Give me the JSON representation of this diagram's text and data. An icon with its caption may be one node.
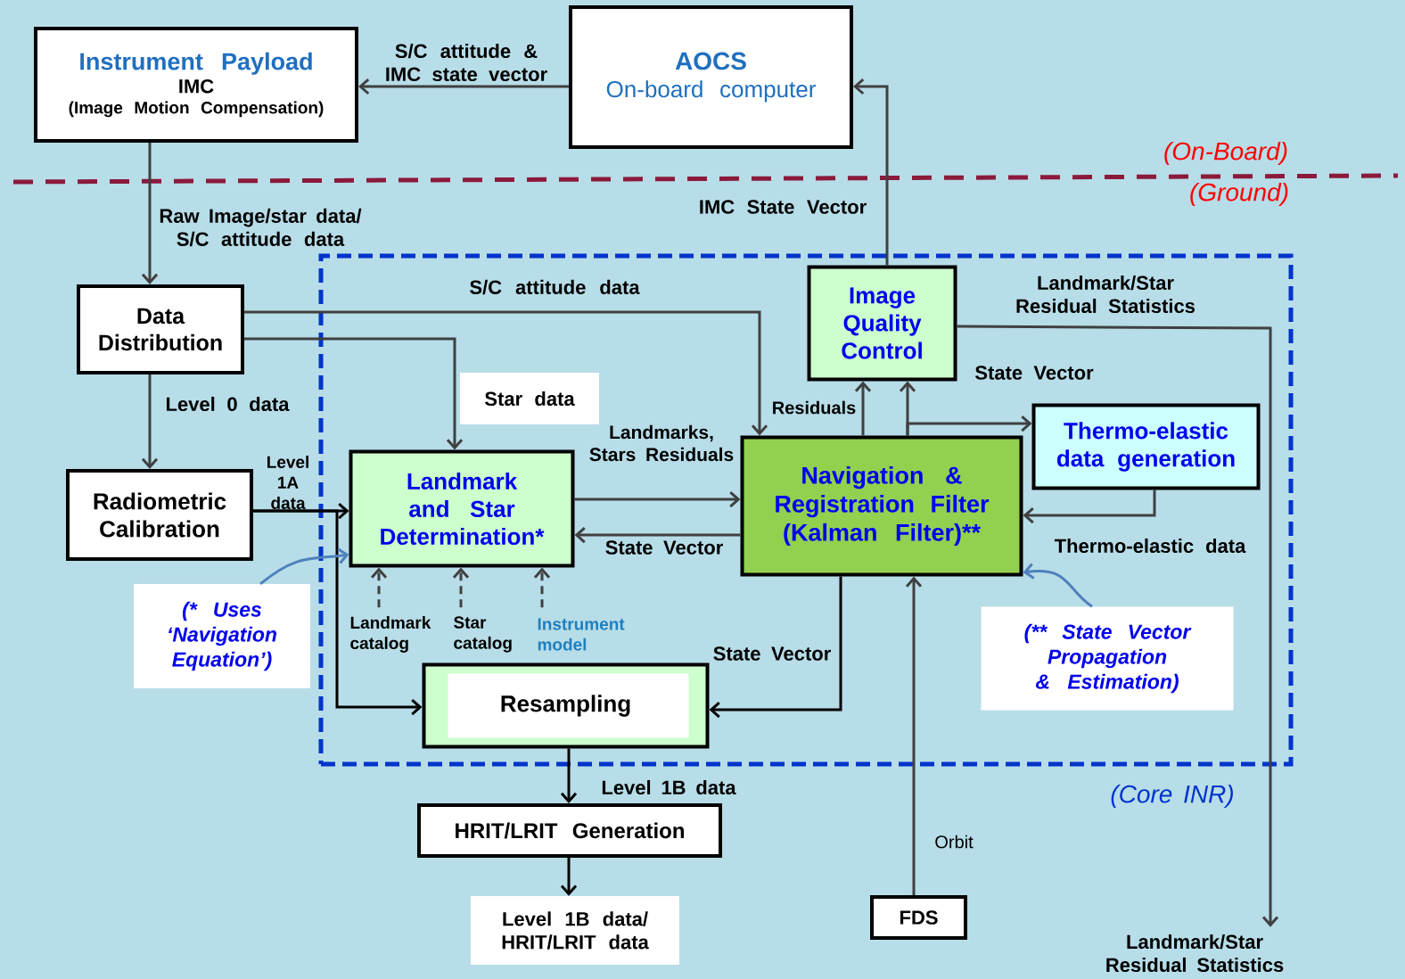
{
  "diagram": {
    "nodes": [
      {
        "text": [
          "Instrument Payload",
          "IMC",
          "(Image Motion Compensation)"
        ]
      },
      {
        "text": [
          "AOCS",
          "On-board computer"
        ]
      },
      {
        "text": [
          "(Core INR)"
        ]
      },
      {
        "text": [
          "Data Distribution"
        ]
      },
      {
        "text": [
          "Radiometric Calibration"
        ]
      },
      {
        "text": [
          "Landmark and Star Determination*"
        ],
        "in": 2
      },
      {
        "text": [
          "Image Quality Control"
        ],
        "in": 2
      },
      {
        "text": [
          "Navigation & Registration Filter (Kalman Filter)**"
        ],
        "in": 2
      },
      {
        "text": [
          "Thermo-elastic data generation"
        ],
        "in": 2
      },
      {
        "text": [
          "Resampling"
        ],
        "in": 2
      },
      {
        "text": [
          "HRIT/LRIT Generation"
        ]
      },
      {
        "text": [
          "Level 1B data/ HRIT/LRIT data"
        ]
      },
      {
        "text": [
          "FDS"
        ]
      },
      {
        "text": [
          "Landmark/Star Residual Statistics"
        ]
      },
      {
        "text": [
          "Landmark catalog"
        ],
        "in": 2
      },
      {
        "text": [
          "Star catalog"
        ],
        "in": 2
      },
      {
        "text": [
          "Instrument model"
        ],
        "in": 2
      },
      {
        "text": [
          "(* Uses ‘Navigation Equation’)"
        ]
      },
      {
        "text": [
          "(** State Vector Propagation & Estimation)"
        ],
        "in": 2
      }
    ],
    "edges": [
      {
        "from": 1,
        "to": 0,
        "arrow": "to",
        "label": "S/C attitude & IMC state vector"
      },
      {
        "from": 0,
        "to": 3,
        "arrow": "to",
        "label": "Raw Image/star data/ S/C attitude data"
      },
      {
        "from": 3,
        "to": 7,
        "arrow": "to",
        "label": "S/C attitude data"
      },
      {
        "from": 3,
        "to": 5,
        "arrow": "to",
        "label": "Star data"
      },
      {
        "from": 3,
        "to": 4,
        "arrow": "to",
        "label": "Level 0 data"
      },
      {
        "from": 4,
        "to": 5,
        "arrow": "to",
        "label": "Level 1A data",
        "color": "#000000"
      },
      {
        "from": 4,
        "to": 9,
        "arrow": "to",
        "color": "#000000"
      },
      {
        "from": 5,
        "to": 7,
        "arrow": "to",
        "label": "Landmarks, Stars Residuals"
      },
      {
        "from": 7,
        "to": 5,
        "arrow": "to",
        "label": "State Vector"
      },
      {
        "from": 7,
        "to": 6,
        "arrow": "to",
        "label": "Residuals"
      },
      {
        "from": 7,
        "to": 6,
        "arrow": "to",
        "label": "State Vector"
      },
      {
        "from": 7,
        "to": 8,
        "arrow": "to"
      },
      {
        "from": 8,
        "to": 7,
        "arrow": "to",
        "label": "Thermo-elastic data"
      },
      {
        "from": 6,
        "to": 1,
        "arrow": "to",
        "label": "IMC State Vector"
      },
      {
        "from": 6,
        "to": 13,
        "arrow": "to",
        "label": "Landmark/Star Residual Statistics"
      },
      {
        "from": 7,
        "to": 9,
        "arrow": "to",
        "label": "State Vector",
        "color": "#000000"
      },
      {
        "from": 9,
        "to": 10,
        "arrow": "to",
        "label": "Level 1B data",
        "color": "#000000"
      },
      {
        "from": 10,
        "to": 11,
        "arrow": "to",
        "color": "#000000"
      },
      {
        "from": 12,
        "to": 7,
        "arrow": "to",
        "label": "Orbit"
      },
      {
        "from": 14,
        "to": 5,
        "arrow": "to",
        "style": "dashed"
      },
      {
        "from": 15,
        "to": 5,
        "arrow": "to",
        "style": "dashed"
      },
      {
        "from": 16,
        "to": 5,
        "arrow": "to",
        "style": "dashed"
      },
      {
        "from": 17,
        "to": 5,
        "arrow": "to",
        "color": "#4f81bd"
      },
      {
        "from": 18,
        "to": 7,
        "arrow": "to",
        "color": "#4f81bd"
      }
    ],
    "labels": [
      "(On-Board)",
      "(Ground)"
    ]
  }
}
